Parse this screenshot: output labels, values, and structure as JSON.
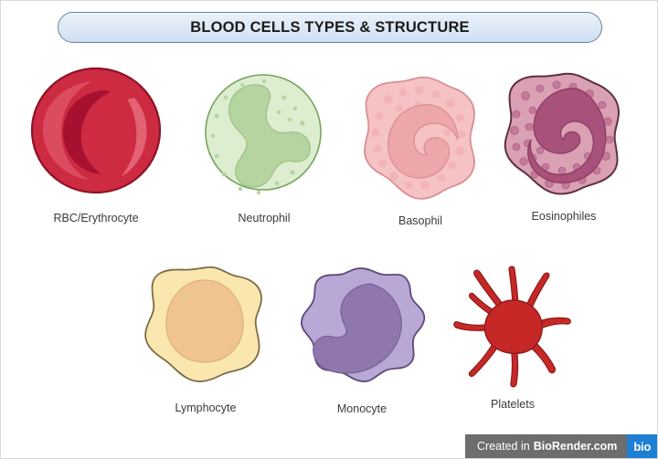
{
  "header": {
    "title": "BLOOD CELLS TYPES & STRUCTURE",
    "banner_border_color": "#6a8299",
    "banner_fill_color": "#dce8f6"
  },
  "cells": [
    {
      "id": "rbc",
      "label": "RBC/Erythrocyte",
      "shape": "biconcave-disc",
      "body_color": "#cc2b41",
      "outline_color": "#8f1228",
      "nucleus_color": "#a81030",
      "highlight_color": "#e0566a",
      "has_nucleus": false,
      "has_granules": false
    },
    {
      "id": "neutrophil",
      "label": "Neutrophil",
      "shape": "round",
      "body_color": "#dcedd0",
      "outline_color": "#76a35e",
      "nucleus_color": "#b5d4a0",
      "granule_color": "#b8d6a4",
      "has_nucleus": true,
      "nucleus_shape": "multilobed",
      "has_granules": true
    },
    {
      "id": "basophil",
      "label": "Basophil",
      "shape": "lumpy",
      "body_color": "#f6c3c4",
      "outline_color": "#d98f94",
      "nucleus_color": "#eda7ab",
      "granule_color": "#f2b4b6",
      "has_nucleus": true,
      "nucleus_shape": "bilobed",
      "has_granules": true
    },
    {
      "id": "eosinophil",
      "label": "Eosinophiles",
      "shape": "lumpy",
      "body_color": "#daa0b4",
      "outline_color": "#5e3040",
      "nucleus_color": "#a8517a",
      "granule_color": "#c47a9a",
      "has_nucleus": true,
      "nucleus_shape": "bilobed",
      "has_granules": true
    },
    {
      "id": "lymphocyte",
      "label": "Lymphocyte",
      "shape": "lumpy",
      "body_color": "#fae7b0",
      "outline_color": "#7d6c45",
      "nucleus_color": "#f0c48f",
      "has_nucleus": true,
      "nucleus_shape": "round-large",
      "has_granules": false
    },
    {
      "id": "monocyte",
      "label": "Monocyte",
      "shape": "scalloped",
      "body_color": "#b9a7d6",
      "outline_color": "#5d4a78",
      "nucleus_color": "#8f76ad",
      "has_nucleus": true,
      "nucleus_shape": "kidney",
      "has_granules": false
    },
    {
      "id": "platelets",
      "label": "Platelets",
      "shape": "star-pseudopods",
      "body_color": "#c62828",
      "outline_color": "#8f1a1a",
      "has_nucleus": false,
      "has_granules": false,
      "arm_count": 9
    }
  ],
  "footer": {
    "created_text": "Created in",
    "brand_text": "BioRender.com",
    "badge_text": "bio",
    "bar_color": "#6d6d6d",
    "badge_color": "#1e7fd4"
  }
}
